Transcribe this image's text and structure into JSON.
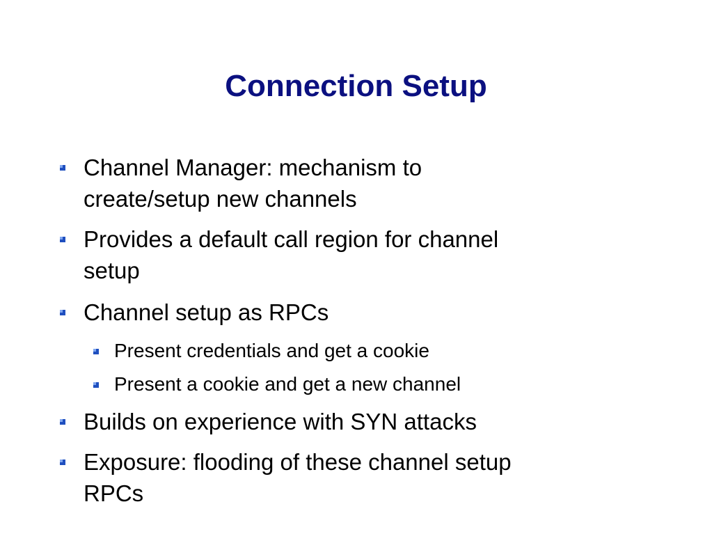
{
  "slide": {
    "title": "Connection Setup",
    "bullet_icon": "blue-square-bullet-icon",
    "bullet_color": "#1f4fbf",
    "items": [
      {
        "level": 1,
        "lines": [
          "Channel Manager: mechanism to",
          "create/setup new channels"
        ]
      },
      {
        "level": 1,
        "lines": [
          "Provides a default call region for channel",
          "setup"
        ]
      },
      {
        "level": 1,
        "lines": [
          "Channel setup as RPCs"
        ]
      },
      {
        "level": 2,
        "lines": [
          "Present credentials and get a cookie"
        ]
      },
      {
        "level": 2,
        "lines": [
          "Present a cookie and get a new channel"
        ]
      },
      {
        "level": 1,
        "lines": [
          "Builds on experience with SYN attacks"
        ]
      },
      {
        "level": 1,
        "lines": [
          "Exposure: flooding of these channel setup",
          "RPCs"
        ]
      }
    ]
  }
}
